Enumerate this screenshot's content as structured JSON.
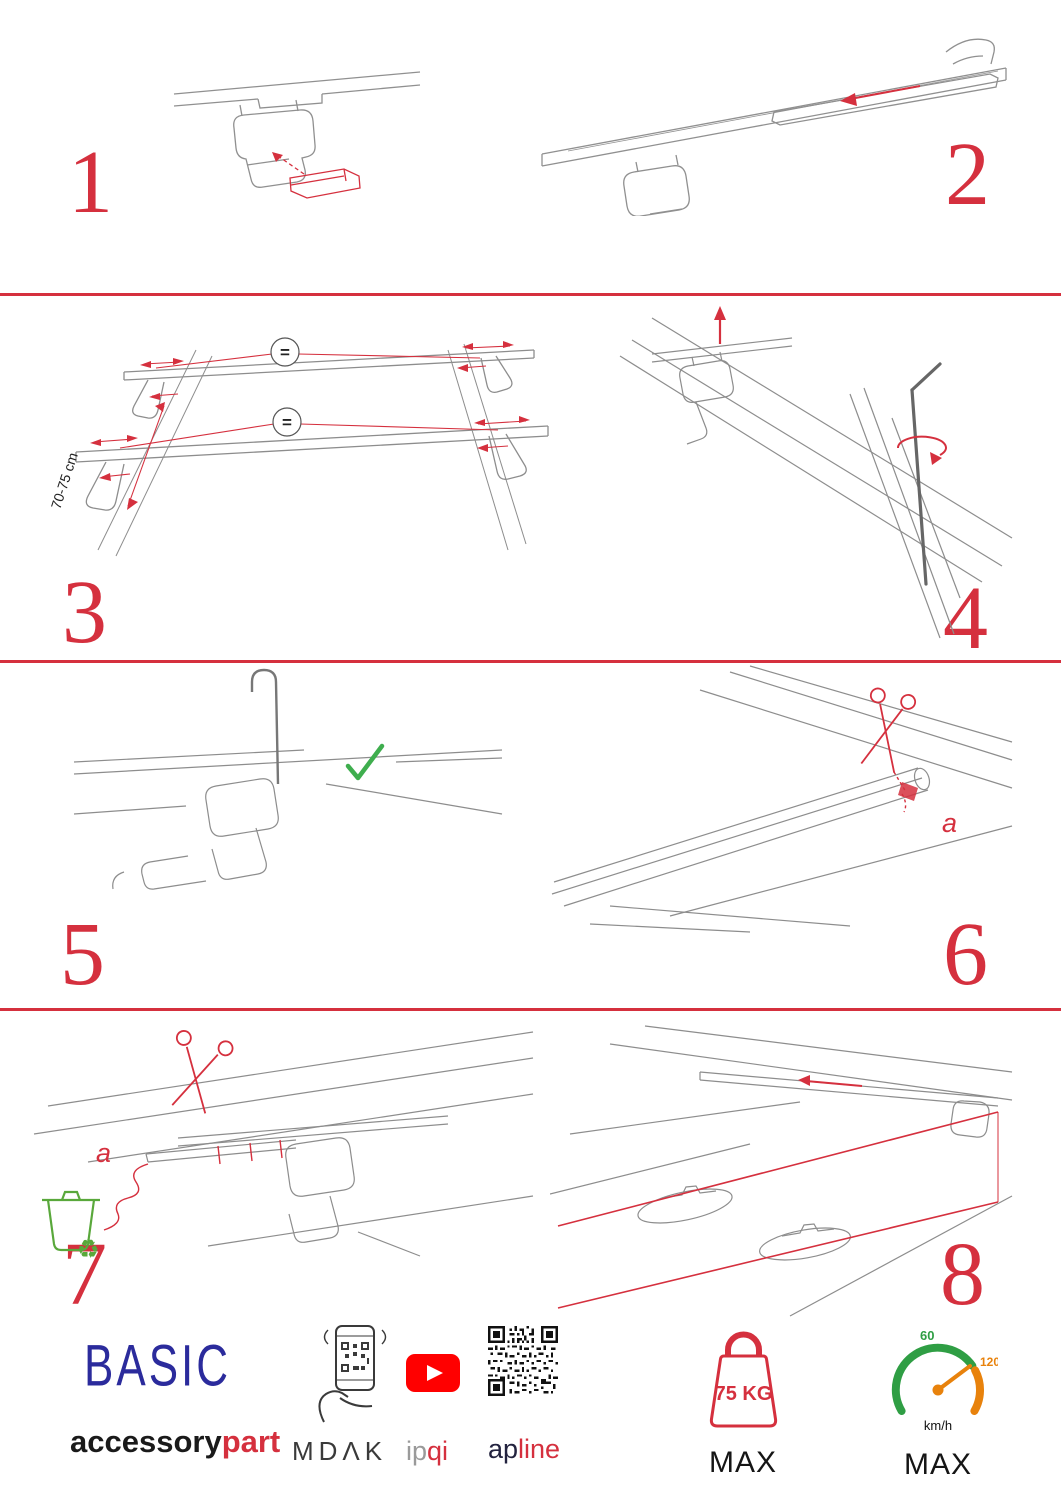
{
  "steps": [
    {
      "number": "1"
    },
    {
      "number": "2"
    },
    {
      "number": "3",
      "measurement": "70-75 cm",
      "equal_symbol": "="
    },
    {
      "number": "4"
    },
    {
      "number": "5"
    },
    {
      "number": "6",
      "cut_label": "a"
    },
    {
      "number": "7",
      "cut_label": "a",
      "recycle_icon": "♻"
    },
    {
      "number": "8"
    }
  ],
  "footer": {
    "brand": {
      "name": "BASIC",
      "tagline_primary": "accessory",
      "tagline_accent": "part"
    },
    "mdak_label": "MDΛK",
    "ipqi_gray": "ip",
    "ipqi_red": "qi",
    "apline_primary": "ap",
    "apline_accent": "line",
    "weight_limit": {
      "value": "75 KG",
      "max_label": "MAX"
    },
    "speed_limit": {
      "tick_low": "60",
      "tick_high": "120",
      "unit": "km/h",
      "max_label": "MAX"
    }
  },
  "colors": {
    "accent_red": "#d5303e",
    "brand_blue": "#2b2b9c",
    "check_green": "#3fae4e",
    "bin_green": "#59a83b",
    "gauge_green": "#2f9e44",
    "gauge_orange": "#e8820c",
    "youtube_red": "#ff0000"
  }
}
